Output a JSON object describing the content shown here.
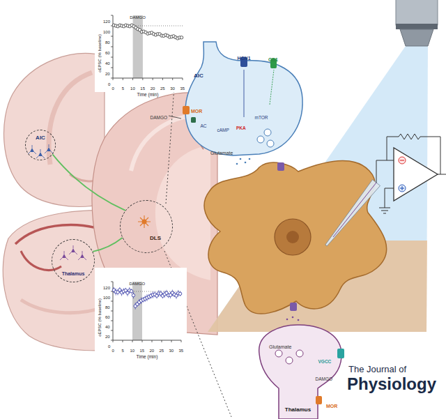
{
  "diagram": {
    "nodes": [
      {
        "text": [
          "AIC"
        ]
      },
      {
        "text": [
          "Thalamus"
        ]
      },
      {
        "text": [
          "DLS"
        ]
      },
      {
        "text": [
          "AIC"
        ]
      },
      {
        "text": [
          "Thalamus"
        ]
      }
    ],
    "edges": [
      {
        "from": 0,
        "to": 2,
        "arrow": "none"
      },
      {
        "from": 1,
        "to": 2,
        "arrow": "none"
      }
    ],
    "labels": [
      "DAMGO",
      "oEPSC (% baseline)",
      "120",
      "100",
      "80",
      "60",
      "40",
      "20",
      "0",
      "0",
      "5",
      "10",
      "15",
      "20",
      "25",
      "30",
      "35",
      "Time (min)",
      "DAMGO",
      "oEPSC (% baseline)",
      "120",
      "100",
      "80",
      "60",
      "40",
      "20",
      "0",
      "0",
      "5",
      "10",
      "15",
      "20",
      "25",
      "30",
      "35",
      "Time (min)",
      "HCN1",
      "CB1",
      "MOR",
      "AC",
      "cAMP",
      "PKA",
      "mTOR",
      "DAMGO",
      "Glutamate",
      "Glutamate",
      "VGCC",
      "DAMGO",
      "MOR",
      "The Journal of",
      "Physiology"
    ]
  }
}
